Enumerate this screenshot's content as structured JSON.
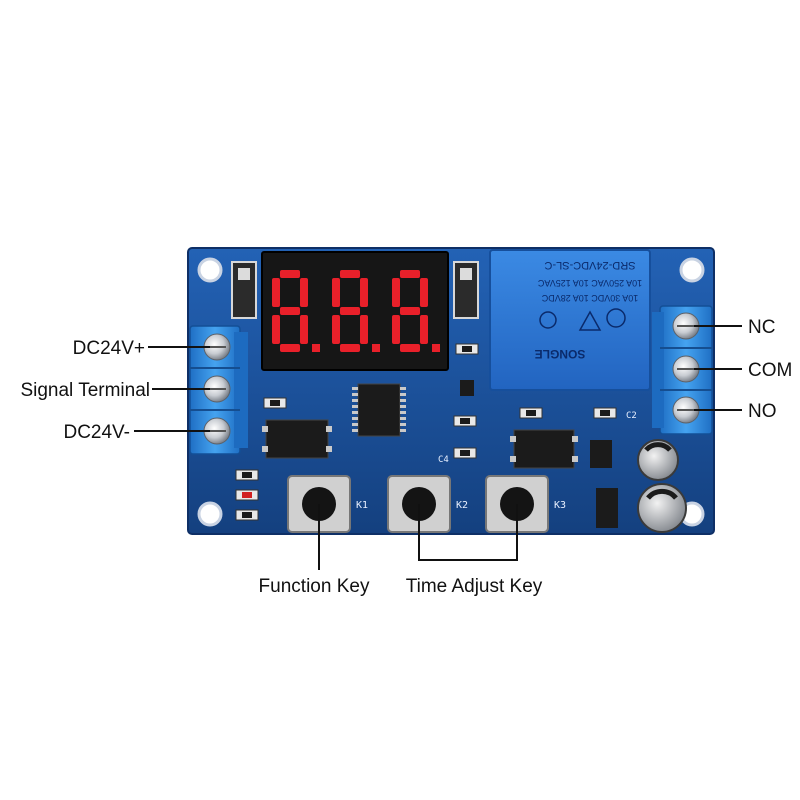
{
  "labels": {
    "left": {
      "dc_plus": "DC24V+",
      "signal": "Signal Terminal",
      "dc_minus": "DC24V-"
    },
    "right": {
      "nc": "NC",
      "com": "COM",
      "no": "NO"
    },
    "bottom": {
      "function_key": "Function Key",
      "time_adjust_key": "Time Adjust Key"
    }
  },
  "board": {
    "display_digits": [
      "8.",
      "8.",
      "8."
    ],
    "keys": [
      "K1",
      "K2",
      "K3"
    ],
    "relay_model": "SRD-24VDC-SL-C",
    "relay_rating_1": "10A 250VAC 10A 125VAC",
    "relay_rating_2": "10A 30VDC 10A 28VDC",
    "relay_brand": "SONGLE",
    "cap_labels": [
      "C2",
      "C4"
    ]
  },
  "colors": {
    "pcb": "#1a4f9c",
    "pcb_dark": "#123a78",
    "terminal_blue": "#2f8be0",
    "relay_blue": "#2a78d6",
    "led_red": "#e8202a",
    "display_bg": "#161616"
  }
}
